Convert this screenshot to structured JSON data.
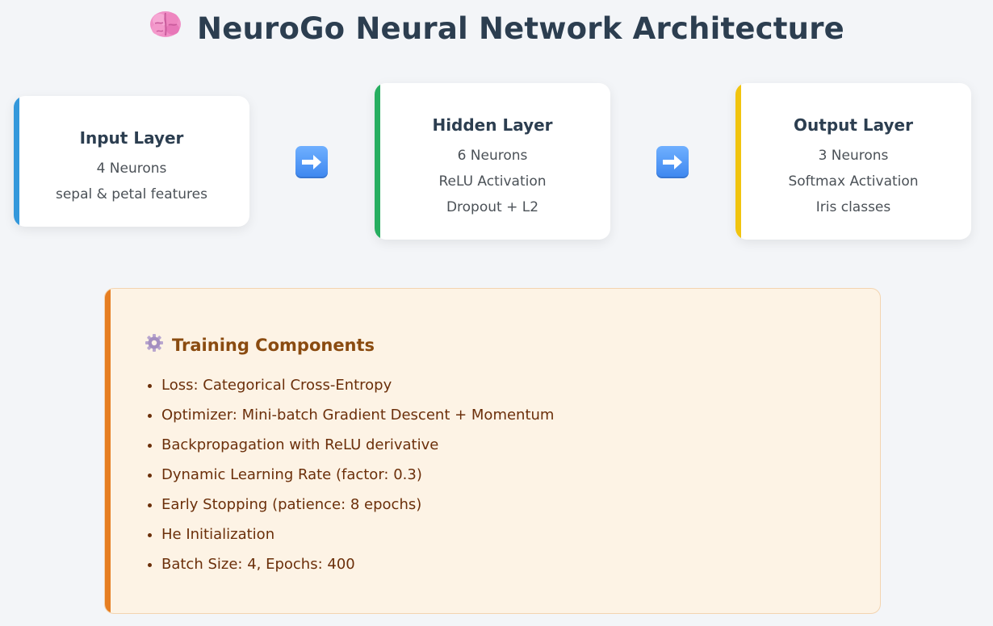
{
  "title": "NeuroGo Neural Network Architecture",
  "layers": [
    {
      "name": "Input Layer",
      "lines": [
        "4 Neurons",
        "sepal & petal features"
      ],
      "accent": "#3498db"
    },
    {
      "name": "Hidden Layer",
      "lines": [
        "6 Neurons",
        "ReLU Activation",
        "Dropout + L2"
      ],
      "accent": "#27ae60"
    },
    {
      "name": "Output Layer",
      "lines": [
        "3 Neurons",
        "Softmax Activation",
        "Iris classes"
      ],
      "accent": "#f1c40f"
    }
  ],
  "icons": {
    "title": "brain-icon",
    "arrows": "right-arrow-icon",
    "training": "gear-icon"
  },
  "training": {
    "heading": "Training Components",
    "accent": "#e67e22",
    "items": [
      "Loss: Categorical Cross-Entropy",
      "Optimizer: Mini-batch Gradient Descent + Momentum",
      "Backpropagation with ReLU derivative",
      "Dynamic Learning Rate (factor: 0.3)",
      "Early Stopping (patience: 8 epochs)",
      "He Initialization",
      "Batch Size: 4, Epochs: 400"
    ]
  }
}
